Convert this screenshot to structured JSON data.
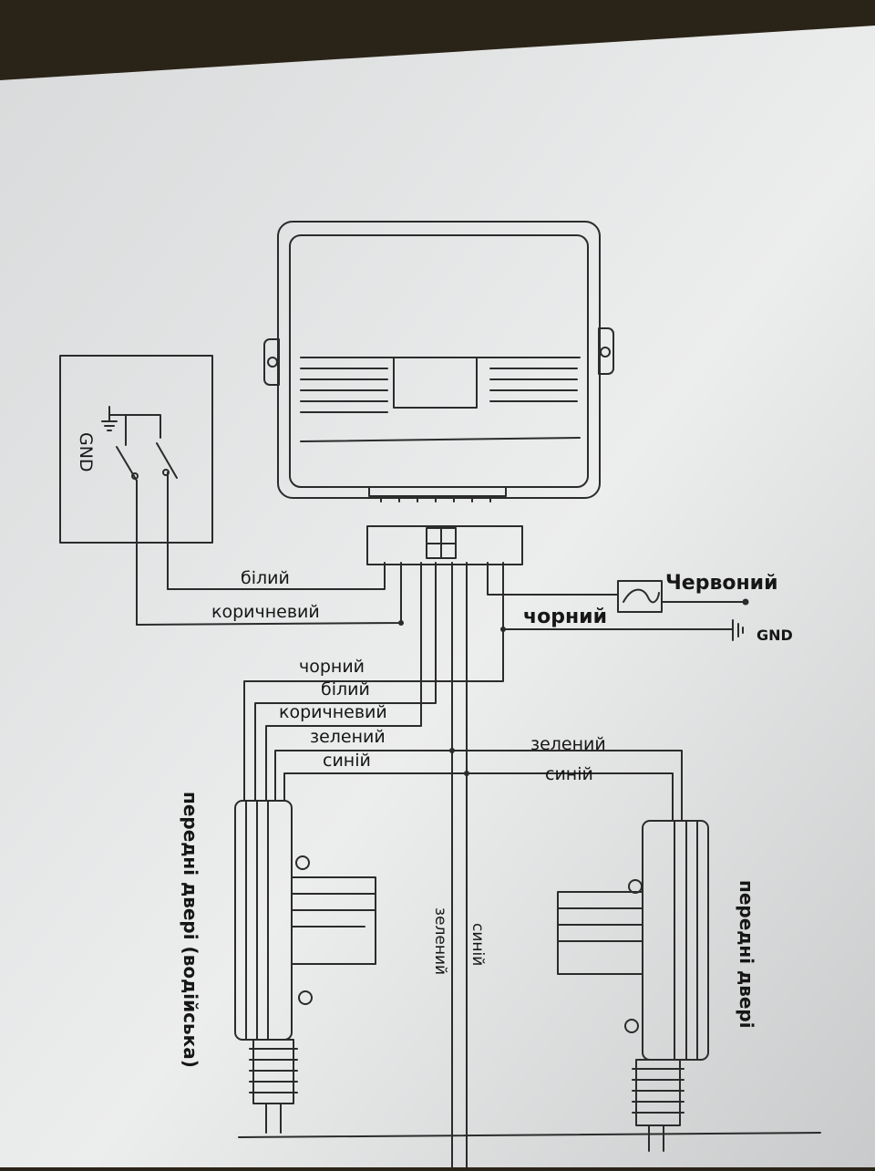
{
  "labels": {
    "switch_gnd": "GND",
    "bilyi": "білий",
    "korychnevyi": "коричневий",
    "chervonyi": "Червоний",
    "chornyi": "чорний",
    "right_gnd": "GND",
    "bus_chornyi": "чорний",
    "bus_bilyi": "білий",
    "bus_korychnevyi": "коричневий",
    "bus_zelenyi": "зелений",
    "bus_synii": "синій",
    "right_zelenyi": "зелений",
    "right_synii": "синій",
    "vertical_zelenyi": "зелений",
    "vertical_synii": "синій",
    "left_door": "передні двері (водійська)",
    "right_door": "передні двері"
  },
  "colors": {
    "paper": "#e9eaea",
    "ink": "#2b2b2b",
    "background": "#2a2418"
  }
}
